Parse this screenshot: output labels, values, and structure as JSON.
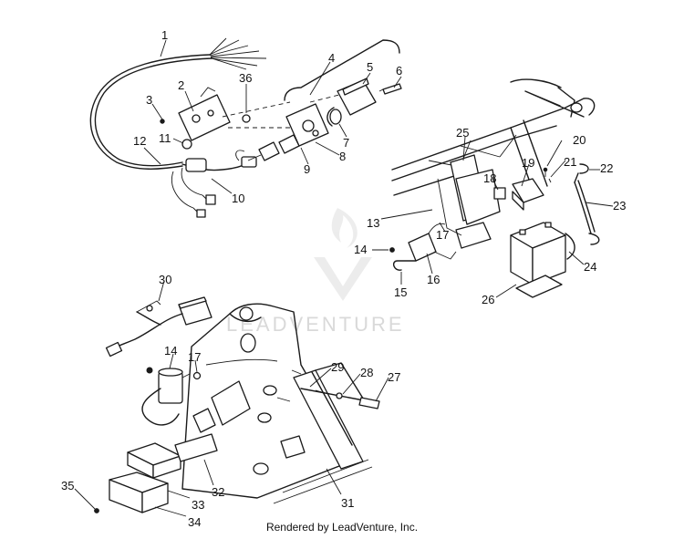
{
  "callouts": [
    {
      "id": "c1",
      "text": "1"
    },
    {
      "id": "c2",
      "text": "2"
    },
    {
      "id": "c3",
      "text": "3"
    },
    {
      "id": "c4",
      "text": "4"
    },
    {
      "id": "c5",
      "text": "5"
    },
    {
      "id": "c6",
      "text": "6"
    },
    {
      "id": "c7",
      "text": "7"
    },
    {
      "id": "c8",
      "text": "8"
    },
    {
      "id": "c9",
      "text": "9"
    },
    {
      "id": "c10",
      "text": "10"
    },
    {
      "id": "c11",
      "text": "11"
    },
    {
      "id": "c12",
      "text": "12"
    },
    {
      "id": "c13",
      "text": "13"
    },
    {
      "id": "c14a",
      "text": "14"
    },
    {
      "id": "c14b",
      "text": "14"
    },
    {
      "id": "c15",
      "text": "15"
    },
    {
      "id": "c16",
      "text": "16"
    },
    {
      "id": "c17a",
      "text": "17"
    },
    {
      "id": "c17b",
      "text": "17"
    },
    {
      "id": "c18",
      "text": "18"
    },
    {
      "id": "c19",
      "text": "19"
    },
    {
      "id": "c20",
      "text": "20"
    },
    {
      "id": "c21",
      "text": "21"
    },
    {
      "id": "c22",
      "text": "22"
    },
    {
      "id": "c23",
      "text": "23"
    },
    {
      "id": "c24",
      "text": "24"
    },
    {
      "id": "c25",
      "text": "25"
    },
    {
      "id": "c26",
      "text": "26"
    },
    {
      "id": "c27",
      "text": "27"
    },
    {
      "id": "c28",
      "text": "28"
    },
    {
      "id": "c29",
      "text": "29"
    },
    {
      "id": "c30",
      "text": "30"
    },
    {
      "id": "c31",
      "text": "31"
    },
    {
      "id": "c32",
      "text": "32"
    },
    {
      "id": "c33",
      "text": "33"
    },
    {
      "id": "c34",
      "text": "34"
    },
    {
      "id": "c35",
      "text": "35"
    },
    {
      "id": "c36",
      "text": "36"
    }
  ],
  "watermark": "LEADVENTURE",
  "footer": "Rendered by LeadVenture, Inc."
}
